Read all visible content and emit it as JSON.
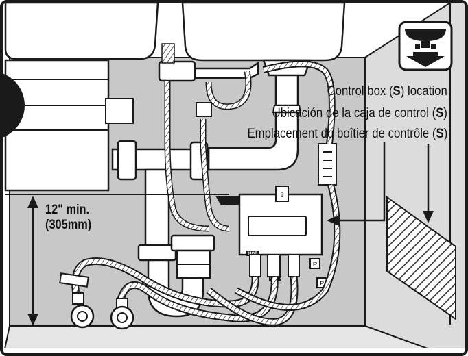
{
  "labels": {
    "control_box_en": "Control box (",
    "control_box_es": "Ubicación de la caja de control (",
    "control_box_fr": "Emplacement du boîtier de contrôle (",
    "control_box_letter": "S",
    "control_box_en_suffix": ") location",
    "close_paren": ")",
    "min_height_line1": "12\" min.",
    "min_height_line2": "(305mm)"
  },
  "box_tags": {
    "hot": "HOT",
    "cold": "COLD",
    "p1": "P",
    "p2": "P"
  },
  "icons": {
    "orientation": "under-sink-arrow-down-icon",
    "hatched_zone": "mounting-area-hatch"
  },
  "colors": {
    "cabinet_back": "#c8c8c8",
    "cabinet_floor": "#e6e6e6",
    "line": "#1a1a1a",
    "pipe": "#ffffff",
    "hatch": "#333333"
  }
}
